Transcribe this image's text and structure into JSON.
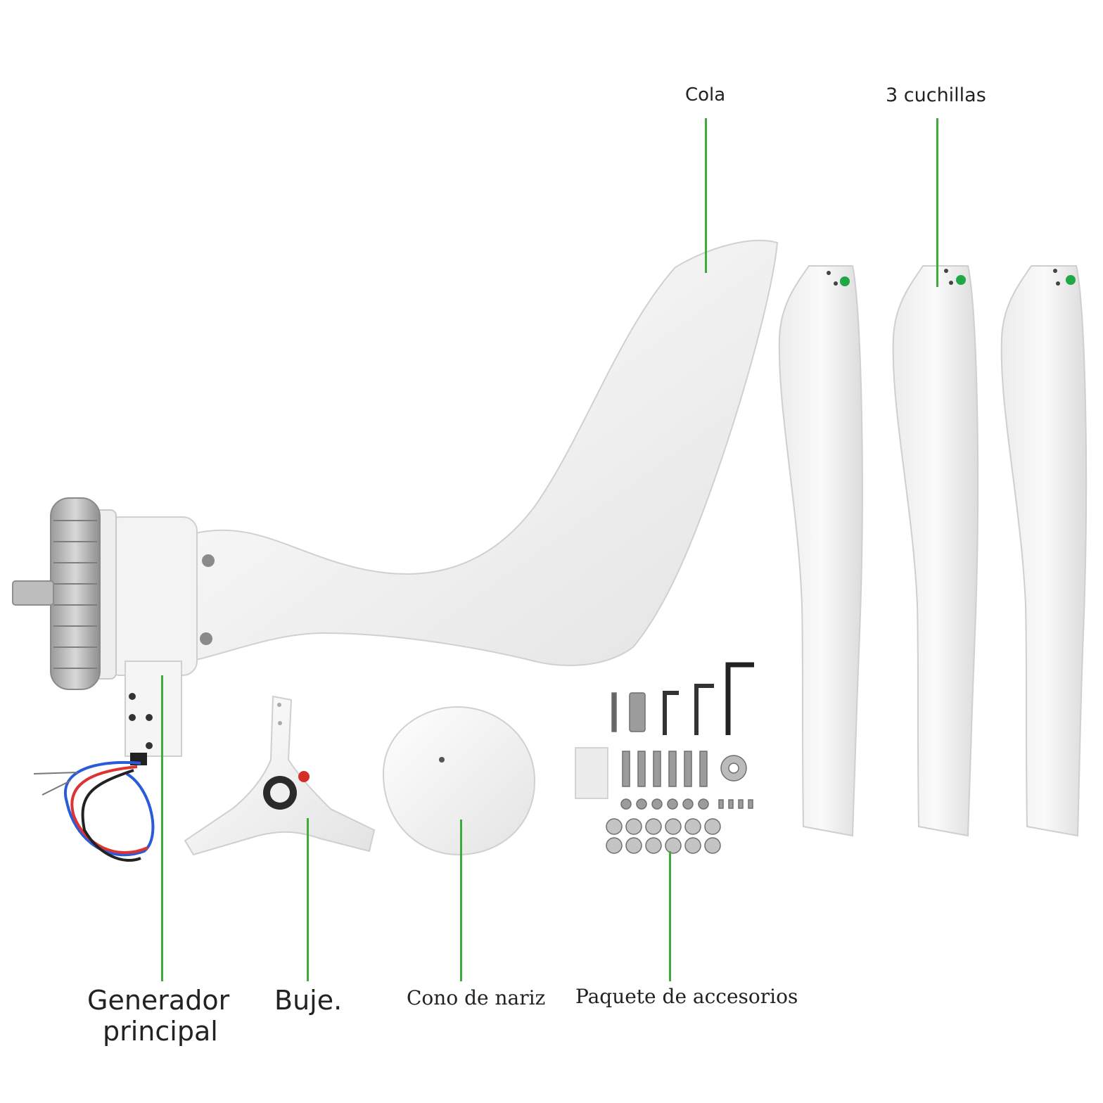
{
  "colors": {
    "leader": "#3dab3d",
    "part_white": "#f4f4f4",
    "part_shade": "#d9d9d9",
    "blade_dot": "#1fa847",
    "hub_dot": "#d62c2c"
  },
  "labels": {
    "tail": "Cola",
    "blades": "3 cuchillas",
    "generator_line1": "Generador",
    "generator_line2": "principal",
    "hub": "Buje.",
    "nose_cone": "Cono de nariz",
    "accessories": "Paquete de accesorios"
  }
}
